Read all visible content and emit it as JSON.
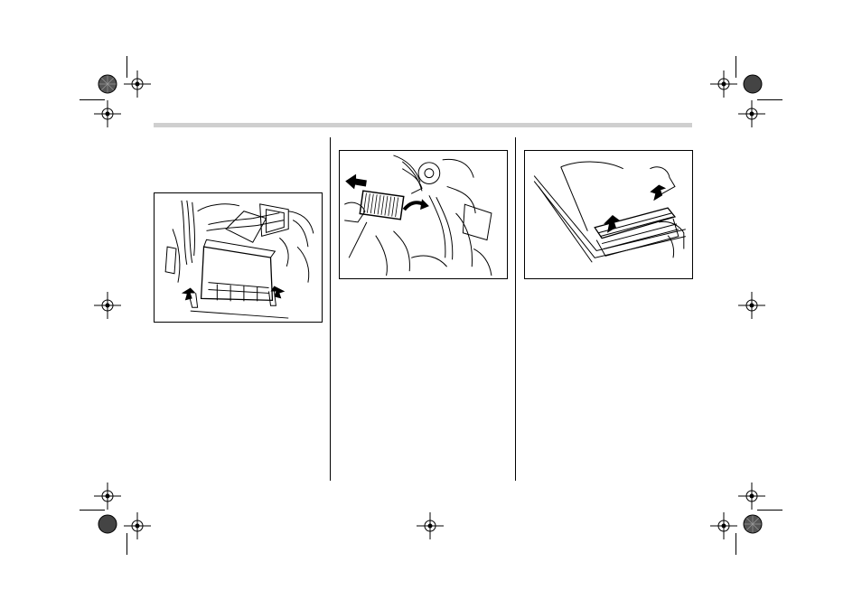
{
  "page": {
    "background": "#ffffff",
    "header_rule_color": "#cfcfcf",
    "ink_color": "#000000"
  },
  "figures": [
    {
      "id": "figure-1",
      "icon": "air-cleaner-case-clips-illustration-icon"
    },
    {
      "id": "figure-2",
      "icon": "air-filter-element-removal-illustration-icon"
    },
    {
      "id": "figure-3",
      "icon": "air-filter-installation-illustration-icon"
    }
  ],
  "print_marks": {
    "registration_icon": "registration-crosshair-icon",
    "color_bar_icon": "color-target-icon"
  }
}
